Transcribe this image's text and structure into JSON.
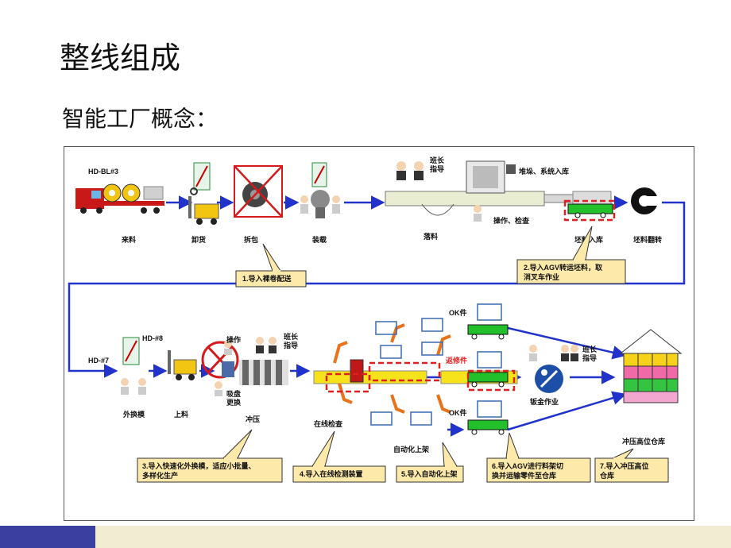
{
  "slide": {
    "title": "整线组成",
    "subtitle": "智能工厂概念："
  },
  "diagram": {
    "line1": {
      "line_code": "HD-BL#3",
      "station_labels": [
        "来料",
        "卸货",
        "拆包",
        "装载",
        "落料",
        "坯料入库",
        "坯料翻转"
      ],
      "inline_labels": {
        "leader": "班长\n指导",
        "stack": "堆垛、系统入库",
        "operate": "操作、检查"
      }
    },
    "line2": {
      "line_code_in": "HD-#7",
      "line_code_press": "HD-#8",
      "station_labels": [
        "外换模",
        "上料",
        "冲压",
        "在线检查",
        "自动化上架",
        "钣金作业",
        "冲压高位仓库"
      ],
      "inline_labels": {
        "operate": "操作",
        "leader1": "班长\n指导",
        "suction": "吸盘\n更换",
        "leader2": "班长\n指导",
        "ok1": "OK件",
        "ok2": "OK件",
        "repair": "返修件"
      }
    },
    "callouts": [
      "1.导入裸卷配送",
      "2.导入AGV转运坯料，取消叉车作业",
      "3.导入快速化外换模，适应小批量、多样化生产",
      "4.导入在线检测装置",
      "5.导入自动化上架",
      "6.导入AGV进行料架切换并运输零件至仓库",
      "7.导入冲压高位仓库"
    ],
    "colors": {
      "flow_arrow": "#2233cc",
      "callout_fill": "#fde9a9",
      "highlight": "#e02020",
      "agv": "#22c02a",
      "warehouse_yellow": "#f7d21a",
      "warehouse_pink": "#f06aa8",
      "warehouse_green": "#35c442"
    }
  },
  "footer": {
    "accent": "#3a3fa0",
    "bar": "#f1ecd2"
  }
}
